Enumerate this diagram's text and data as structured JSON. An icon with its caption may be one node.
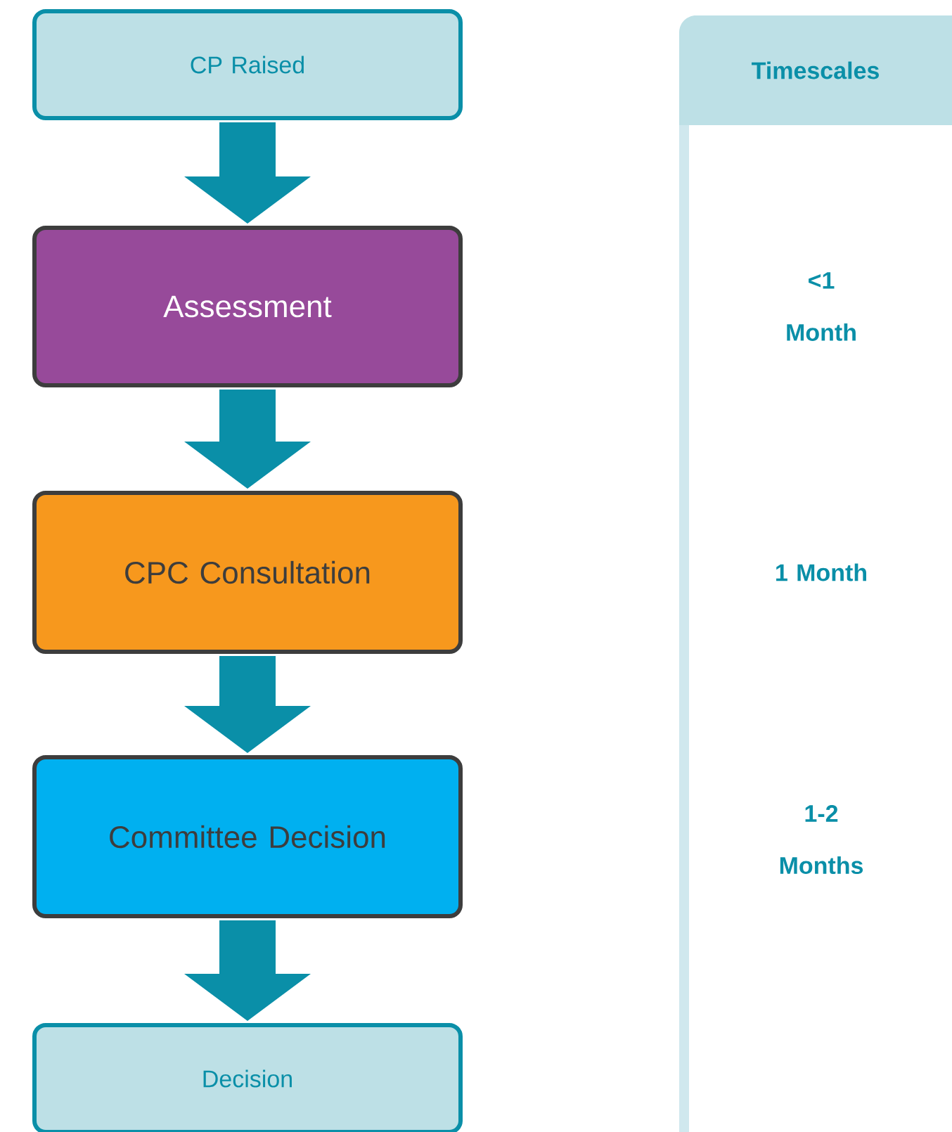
{
  "diagram": {
    "nodes": [
      {
        "text": [
          "CP Raised"
        ]
      },
      {
        "text": [
          "Assessment"
        ]
      },
      {
        "text": [
          "CPC Consultation"
        ]
      },
      {
        "text": [
          "Committee Decision"
        ]
      },
      {
        "text": [
          "Decision"
        ]
      },
      {
        "text": [
          "Timescales"
        ]
      }
    ],
    "edges": [
      {
        "from": 0,
        "to": 1,
        "arrow": "to"
      },
      {
        "from": 1,
        "to": 2,
        "arrow": "to"
      },
      {
        "from": 2,
        "to": 3,
        "arrow": "to"
      },
      {
        "from": 3,
        "to": 4,
        "arrow": "to"
      }
    ],
    "labels": [
      "<1 Month",
      "1 Month",
      "1-2 Months"
    ]
  }
}
